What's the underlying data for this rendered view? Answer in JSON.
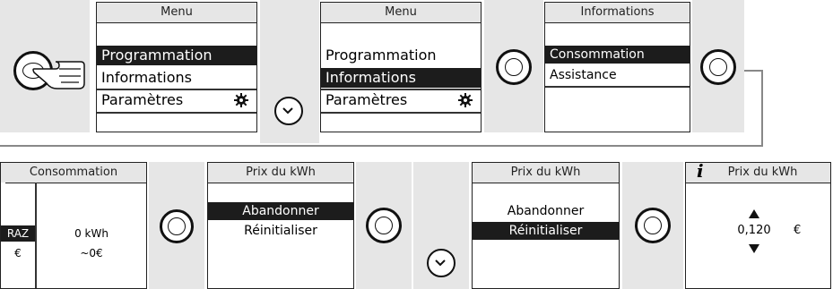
{
  "top_row": {
    "screen1": {
      "title": "Menu",
      "items": [
        "Programmation",
        "Informations",
        "Paramètres"
      ]
    },
    "screen2": {
      "title": "Menu",
      "items": [
        "Programmation",
        "Informations",
        "Paramètres"
      ]
    },
    "screen3": {
      "title": "Informations",
      "items": [
        "Consommation",
        "Assistance"
      ]
    }
  },
  "bottom_row": {
    "screen4": {
      "title": "Consommation",
      "side_labels": [
        "RAZ",
        "€"
      ],
      "value_kwh": "0 kWh",
      "value_eur": "~0€"
    },
    "screen5": {
      "title": "Prix du kWh",
      "items": [
        "Abandonner",
        "Réinitialiser"
      ]
    },
    "screen6": {
      "title": "Prix du kWh",
      "items": [
        "Abandonner",
        "Réinitialiser"
      ]
    },
    "screen7": {
      "title": "Prix du kWh",
      "info_glyph": "i",
      "value": "0,120",
      "unit": "€"
    }
  },
  "icons": [
    "ok-button-icon",
    "down-button-icon",
    "gear-icon",
    "hand-pointer-icon",
    "arrow-up-icon",
    "arrow-down-icon"
  ]
}
